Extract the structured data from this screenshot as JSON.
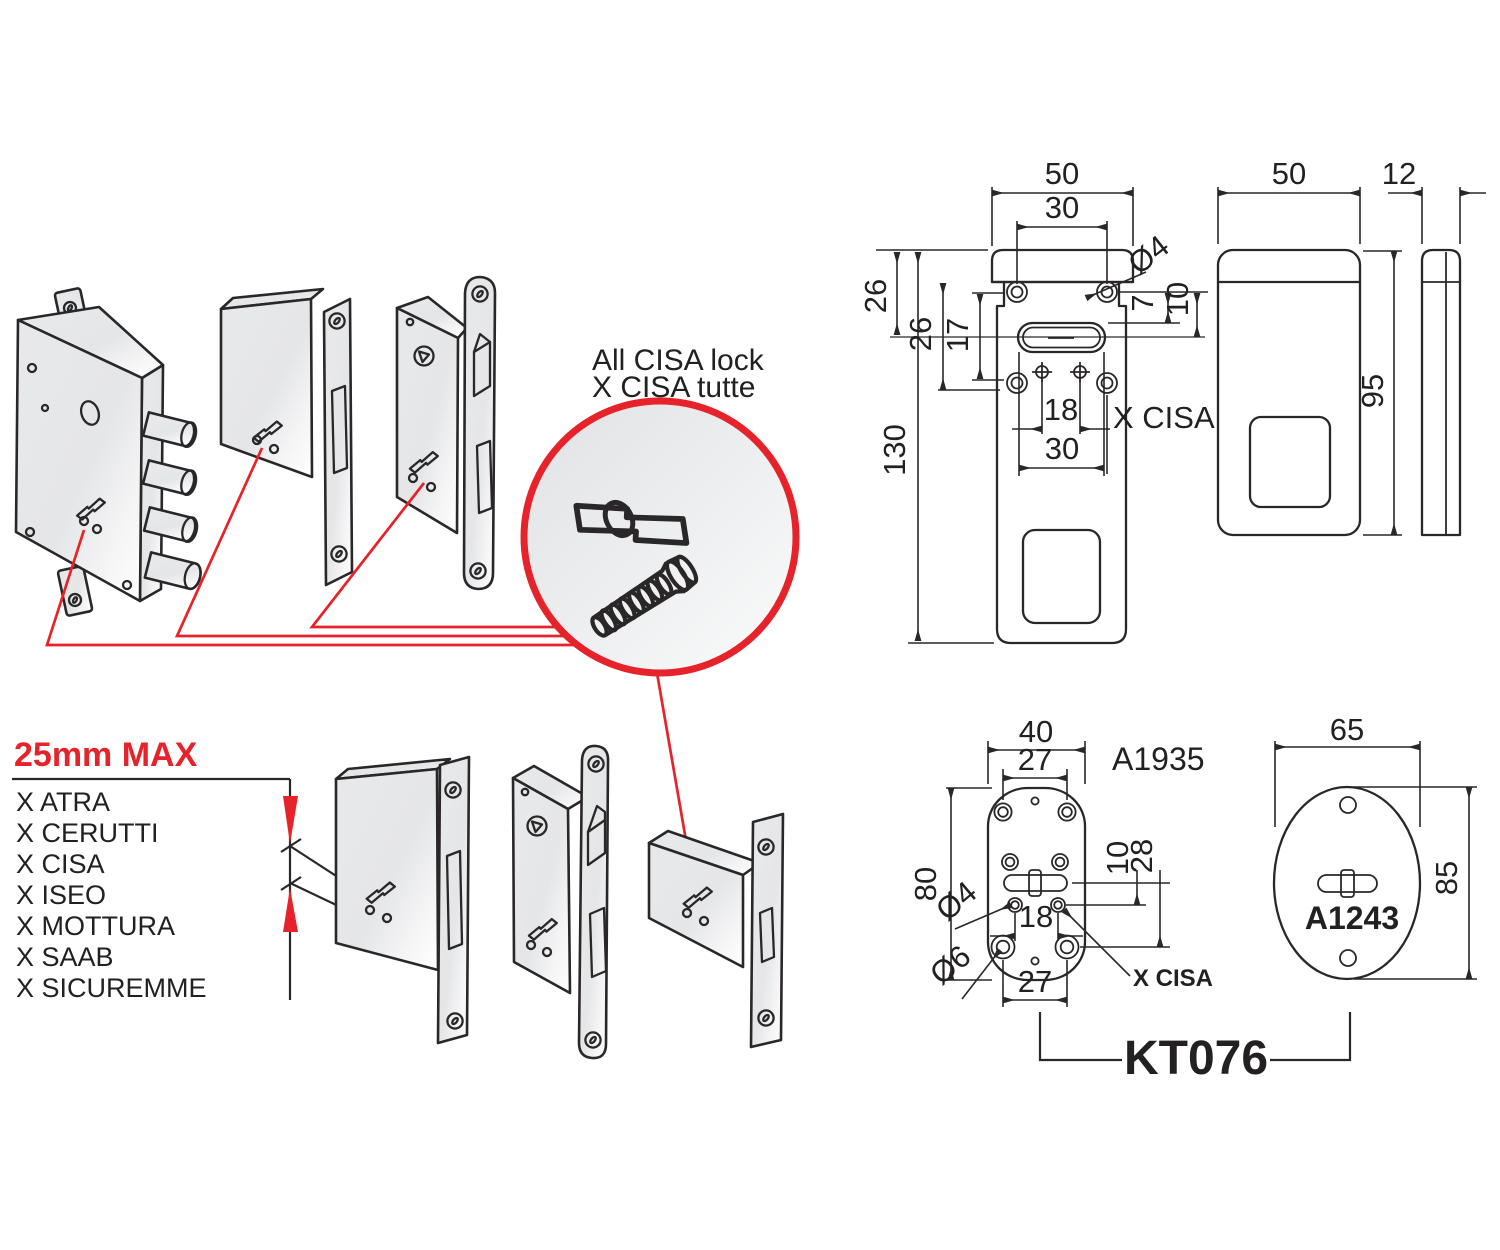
{
  "colors": {
    "accent_red": "#e6232a",
    "line_dark": "#2a2728",
    "fill_gray": "#e8e9ea"
  },
  "callout": {
    "line1": "All CISA lock",
    "line2": "X CISA tutte"
  },
  "compat_note": {
    "title": "25mm MAX",
    "brands": [
      "X ATRA",
      "X CERUTTI",
      "X CISA",
      "X ISEO",
      "X MOTTURA",
      "X SAAB",
      "X SICUREMME"
    ]
  },
  "front_plate": {
    "width": "50",
    "inner_width": "30",
    "offset_top": "26",
    "offset_mid": "26",
    "hole_span": "17",
    "height": "130",
    "hole_dia": "Ø4",
    "slot_offset_a": "7",
    "slot_offset_b": "10",
    "screw_pitch": "18",
    "brand_note": "X CISA",
    "lower_width": "30"
  },
  "cover_plate": {
    "width": "50",
    "thickness": "12",
    "height": "95"
  },
  "small_plate": {
    "code": "A1935",
    "width": "40",
    "inner_width": "27",
    "height": "80",
    "hole_small": "Ø4",
    "hole_large": "Ø6",
    "pitch": "18",
    "bottom_width": "27",
    "offset_a": "10",
    "offset_b": "28",
    "brand_note": "X CISA"
  },
  "oval_plate": {
    "code": "A1243",
    "width": "65",
    "height": "85"
  },
  "kit_code": "KT076"
}
